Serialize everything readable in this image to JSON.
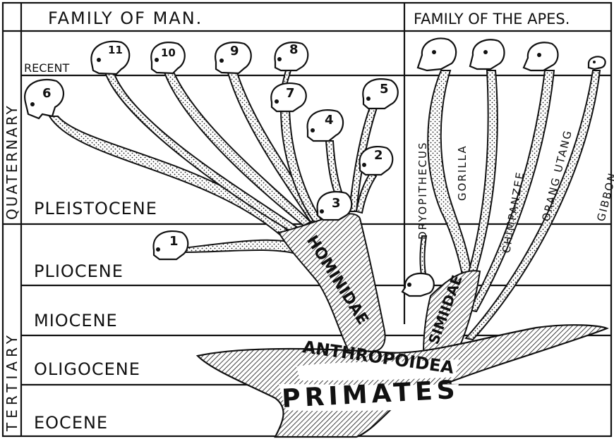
{
  "header": {
    "family_of_man": "FAMILY OF MAN.",
    "family_of_apes": "FAMILY OF THE APES."
  },
  "periods": {
    "quaternary": "QUATERNARY",
    "tertiary": "TERTIARY"
  },
  "epochs": {
    "recent": "RECENT",
    "pleistocene": "PLEISTOCENE",
    "pliocene": "PLIOCENE",
    "miocene": "MIOCENE",
    "oligocene": "OLIGOCENE",
    "eocene": "EOCENE"
  },
  "trunk": {
    "primates": "PRIMATES",
    "anthropoidea": "ANTHROPOIDEA",
    "hominidae": "HOMINIDAE",
    "simiidae": "SIMIIDAE"
  },
  "apes": {
    "dryopithecus": "DRYOPITHECUS",
    "gorilla": "GORILLA",
    "chimpanzee": "CHIMPANZEE",
    "orang_utang": "ORANG UTANG",
    "gibbon": "GIBBON"
  },
  "skull_numbers": {
    "n1": "1",
    "n2": "2",
    "n3": "3",
    "n4": "4",
    "n5": "5",
    "n6": "6",
    "n7": "7",
    "n8": "8",
    "n9": "9",
    "n10": "10",
    "n11": "11"
  }
}
